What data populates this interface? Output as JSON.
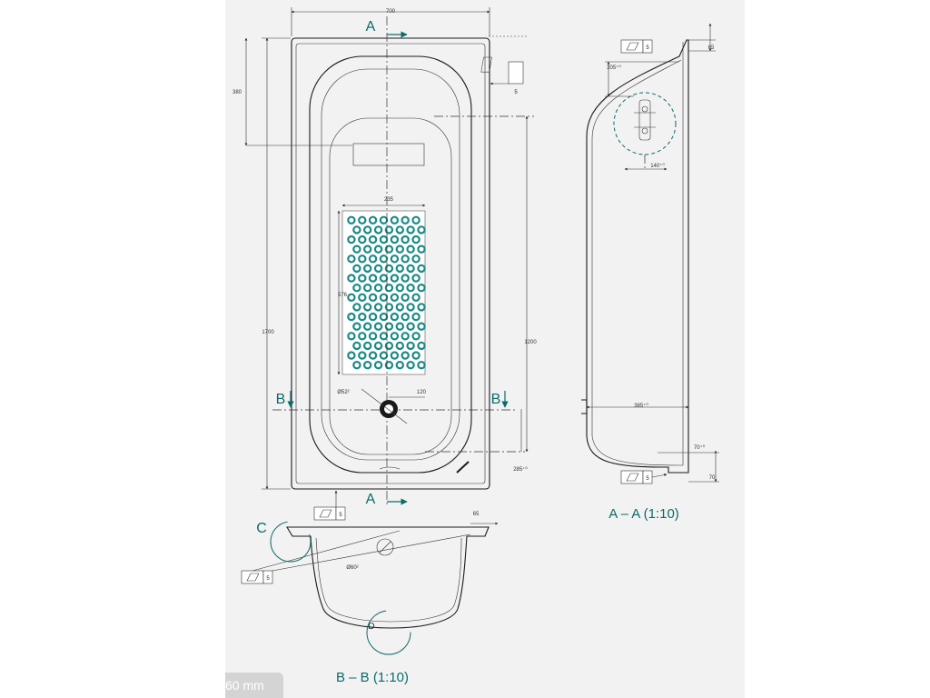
{
  "dimensions": {
    "width_top": "700",
    "depth_head": "380",
    "length_total": "1700",
    "inner_1200": "1200",
    "mat_width": "235",
    "mat_length": "576",
    "drain_offset": "120",
    "drain_dia_plan": "Ø52²",
    "end_285": "285⁺⁰",
    "side_205": "205⁺⁰",
    "side_65_top": "65",
    "side_140": "140⁺⁰",
    "side_385": "385⁺⁰",
    "side_70a": "70⁺⁰",
    "side_70b": "70",
    "cross_65": "65",
    "cross_dia": "Ø60²"
  },
  "section_markers": {
    "a_top": "A",
    "a_bottom": "A",
    "b_left": "B",
    "b_right": "B",
    "c": "C",
    "d": "D"
  },
  "captions": {
    "section_aa": "A – A (1:10)",
    "section_bb": "B – B (1:10)"
  },
  "tolerance_value": "5",
  "scale_chip": "60 mm",
  "colors": {
    "accent": "#0b6b6b",
    "mat_dots": "#1a8a84",
    "line": "#1a1a1a",
    "sheet": "#f2f2f2"
  },
  "icons": {
    "flatness": "parallelogram-flatness-icon",
    "grab_handle": "grab-handle-icon"
  }
}
